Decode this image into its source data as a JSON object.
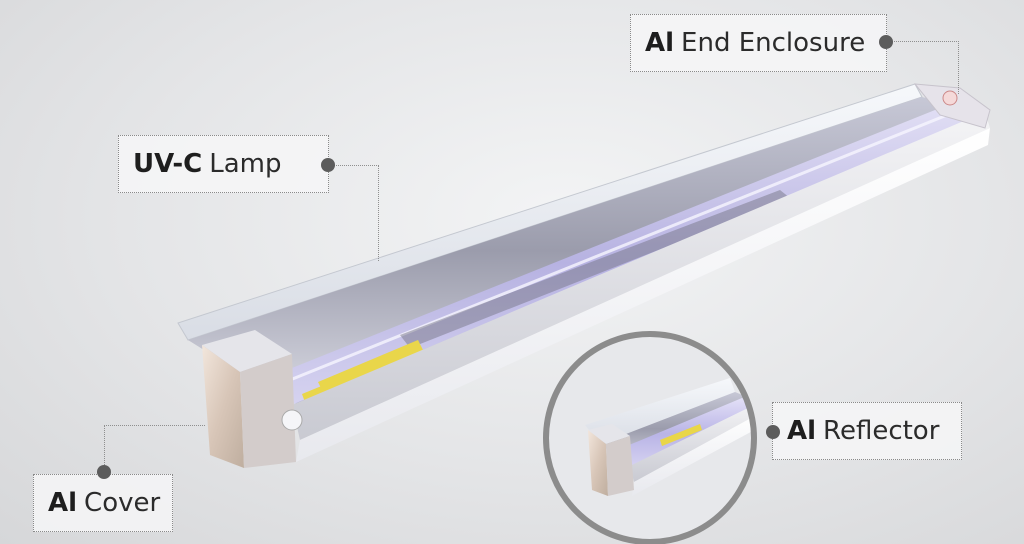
{
  "labels": {
    "end_enclosure": {
      "bold": "Al",
      "rest": "End Enclosure"
    },
    "uvc_lamp": {
      "bold": "UV-C",
      "rest": "Lamp"
    },
    "cover": {
      "bold": "Al",
      "rest": "Cover"
    },
    "reflector": {
      "bold": "Al",
      "rest": "Reflector"
    }
  },
  "colors": {
    "background": "#e4e5e7",
    "callout_border": "#8a8a8a",
    "dot": "#5c5c5c",
    "magnifier_ring": "#8c8c8c",
    "lamp_tint": "#b9b4e6"
  }
}
